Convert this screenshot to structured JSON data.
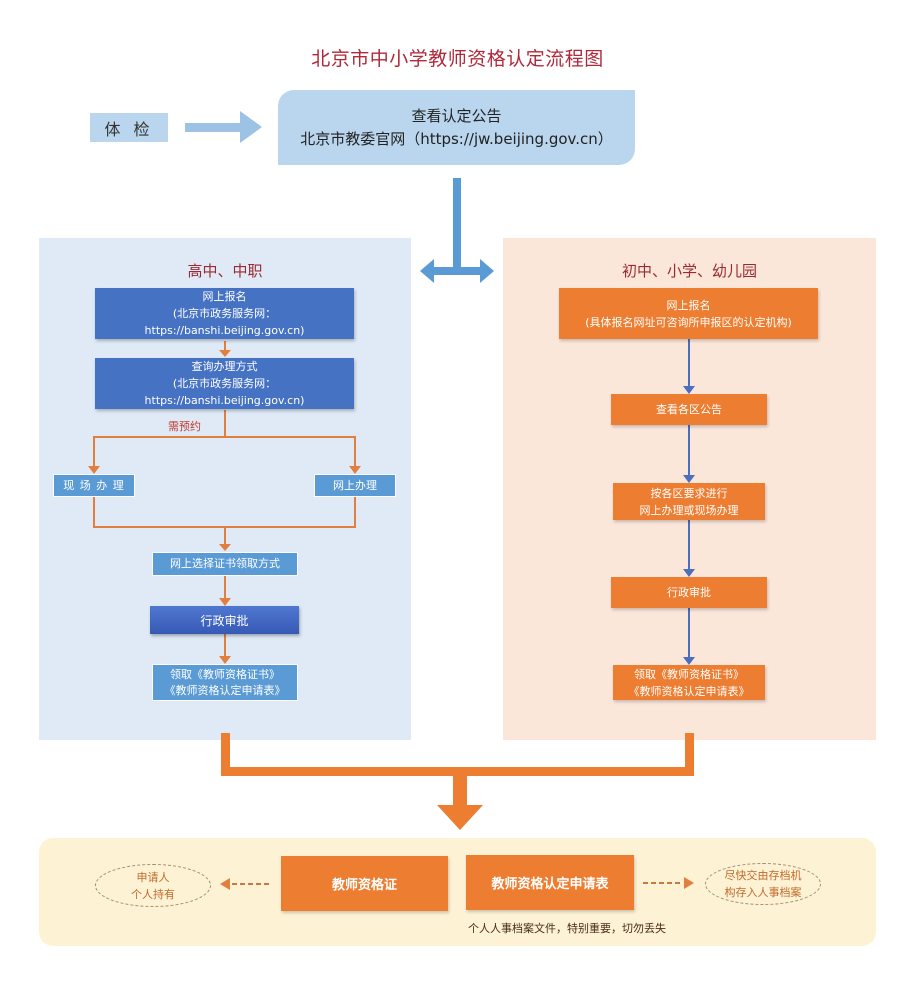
{
  "title": "北京市中小学教师资格认定流程图",
  "top": {
    "physical_exam": "体 检",
    "notice_title": "查看认定公告",
    "notice_site": "北京市教委官网（https://jw.beijing.gov.cn）"
  },
  "left_panel": {
    "heading": "高中、中职",
    "step_online_register": {
      "line1": "网上报名",
      "line2": "(北京市政务服务网：https://banshi.beijing.gov.cn)"
    },
    "step_query_method": {
      "line1": "查询办理方式",
      "line2": "(北京市政务服务网：https://banshi.beijing.gov.cn)"
    },
    "appointment_label": "需预约",
    "branch_onsite": "现 场 办 理",
    "branch_online": "网上办理",
    "step_choose_pickup": "网上选择证书领取方式",
    "step_approval": "行政审批",
    "step_collect": {
      "line1": "领取《教师资格证书》",
      "line2": "《教师资格认定申请表》"
    }
  },
  "right_panel": {
    "heading": "初中、小学、幼儿园",
    "step_online_register": {
      "line1": "网上报名",
      "line2": "(具体报名网址可咨询所申报区的认定机构)"
    },
    "step_district_notice": "查看各区公告",
    "step_process": {
      "line1": "按各区要求进行",
      "line2": "网上办理或现场办理"
    },
    "step_approval": "行政审批",
    "step_collect": {
      "line1": "领取《教师资格证书》",
      "line2": "《教师资格认定申请表》"
    }
  },
  "bottom": {
    "certificate": "教师资格证",
    "application_form": "教师资格认定申请表",
    "holder": {
      "line1": "申请人",
      "line2": "个人持有"
    },
    "archive": {
      "line1": "尽快交由存档机",
      "line2": "构存入人事档案"
    },
    "note": "个人人事档案文件，特别重要，切勿丢失"
  },
  "colors": {
    "title_red": "#b0283a",
    "light_blue": "#b9d6ee",
    "panel_blue": "#dfeaf6",
    "panel_peach": "#fbe6da",
    "box_blue": "#4672c4",
    "box_light_blue": "#5b9bd5",
    "orange": "#ed7d31",
    "bottom_cream": "#fdf2d4"
  }
}
